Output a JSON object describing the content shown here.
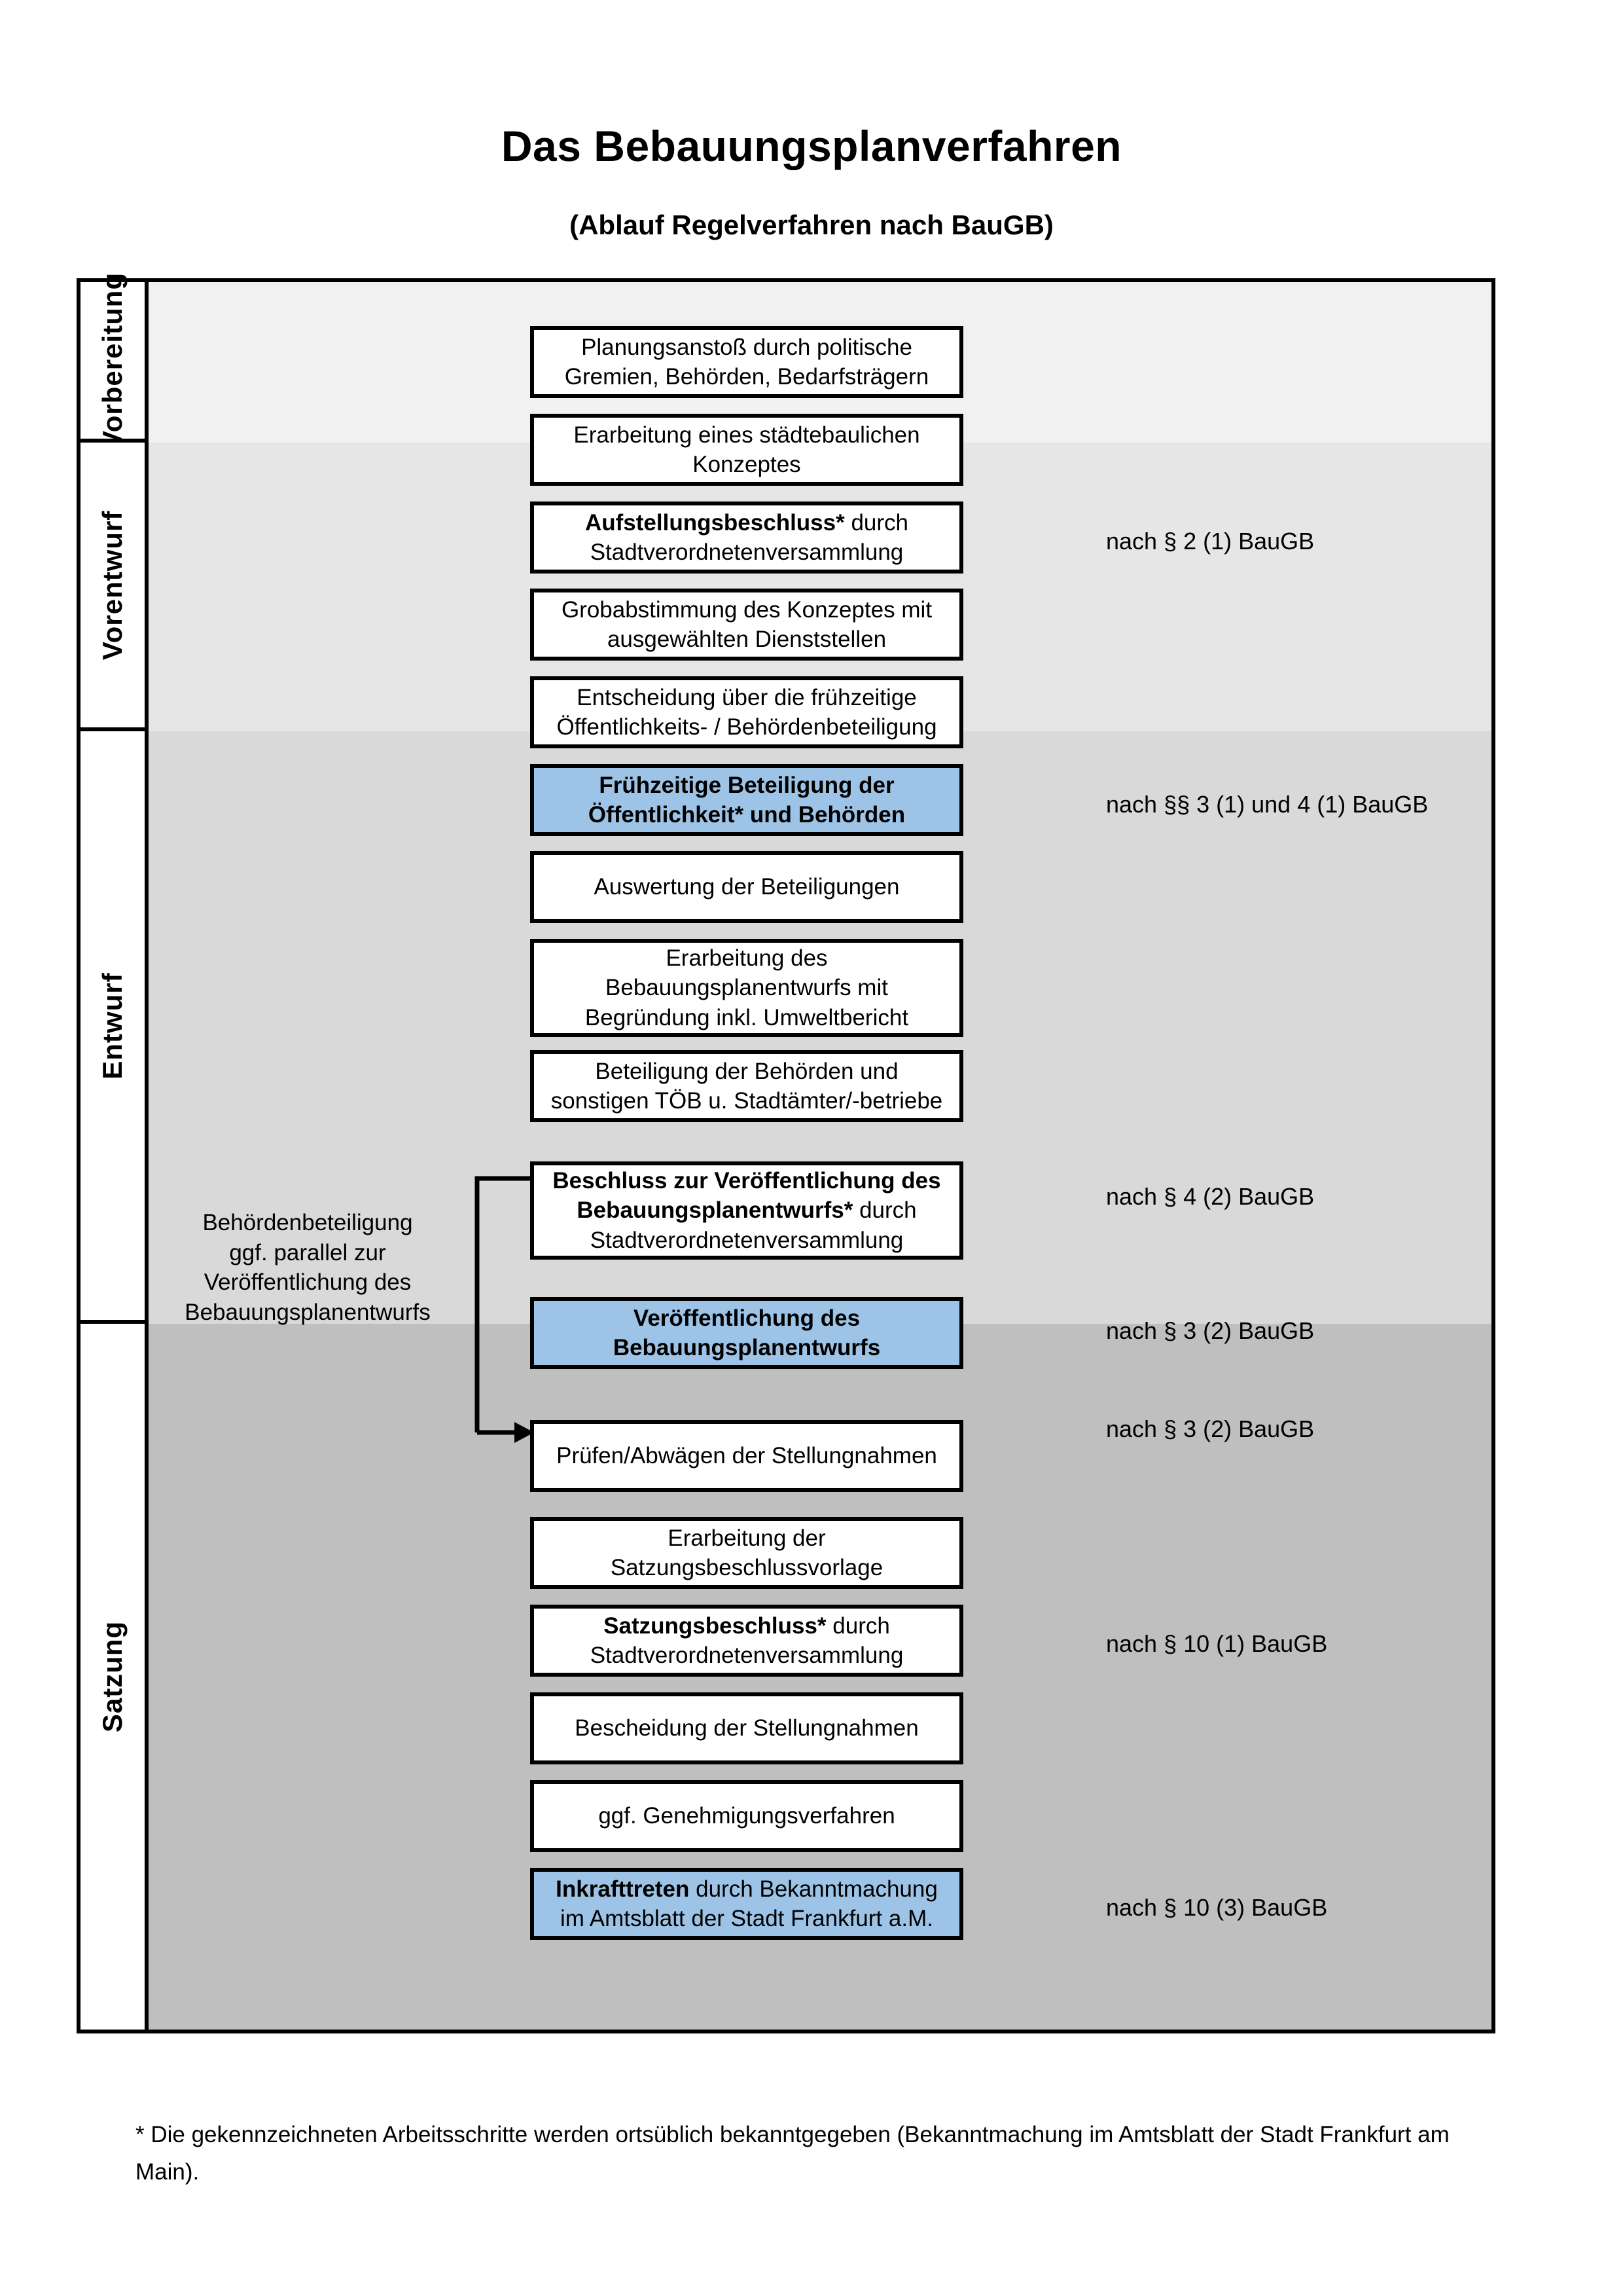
{
  "document": {
    "title": "Das Bebauungsplanverfahren",
    "subtitle": "(Ablauf Regelverfahren nach BauGB)",
    "footnote": "* Die gekennzeichneten Arbeitsschritte werden ortsüblich bekanntgegeben (Bekanntmachung im Amtsblatt  der Stadt Frankfurt am Main)."
  },
  "colors": {
    "highlight_box": "#9dc3e6",
    "band_vorbereitung": "#f1f1f1",
    "band_vorentwurf": "#e6e6e6",
    "band_entwurf": "#d9d9d9",
    "band_satzung": "#bfbfbf",
    "border": "#000000",
    "box_fill": "#ffffff"
  },
  "phases": [
    {
      "label": "Vorbereitung"
    },
    {
      "label": "Vorentwurf"
    },
    {
      "label": "Entwurf"
    },
    {
      "label": "Satzung"
    }
  ],
  "steps": [
    {
      "line1": "Planungsanstoß durch politische",
      "line2": "Gremien, Behörden, Bedarfsträgern",
      "bold1": "",
      "highlight": false
    },
    {
      "line1": "Erarbeitung eines städtebaulichen",
      "line2": "Konzeptes",
      "bold1": "",
      "highlight": false
    },
    {
      "bold1": "Aufstellungsbeschluss*",
      "line1": " durch",
      "line2": "Stadtverordnetenversammlung",
      "highlight": false
    },
    {
      "line1": "Grobabstimmung des Konzeptes mit",
      "line2": "ausgewählten Dienststellen",
      "bold1": "",
      "highlight": false
    },
    {
      "line1": "Entscheidung über die frühzeitige",
      "line2": "Öffentlichkeits- / Behördenbeteiligung",
      "bold1": "",
      "highlight": false
    },
    {
      "bold1": "Frühzeitige Beteiligung der",
      "bold2": "Öffentlichkeit* und Behörden",
      "highlight": true
    },
    {
      "line1": "Auswertung der Beteiligungen",
      "bold1": "",
      "highlight": false
    },
    {
      "line1": "Erarbeitung des",
      "line2": "Bebauungsplanentwurfs mit",
      "line3": "Begründung inkl. Umweltbericht",
      "bold1": "",
      "highlight": false
    },
    {
      "line1": "Beteiligung der Behörden und",
      "line2": "sonstigen TÖB u. Stadtämter/-betriebe",
      "bold1": "",
      "highlight": false
    },
    {
      "bold1": "Beschluss zur Veröffentlichung des",
      "bold2": "Bebauungsplanentwurfs*",
      "line2": " durch",
      "line3": "Stadtverordnetenversammlung",
      "highlight": false
    },
    {
      "bold1": "Veröffentlichung des",
      "bold2": "Bebauungsplanentwurfs",
      "highlight": true
    },
    {
      "line1": "Prüfen/Abwägen der Stellungnahmen",
      "bold1": "",
      "highlight": false
    },
    {
      "line1": "Erarbeitung der",
      "line2": "Satzungsbeschlussvorlage",
      "bold1": "",
      "highlight": false
    },
    {
      "bold1": "Satzungsbeschluss*",
      "line1": " durch",
      "line2": "Stadtverordnetenversammlung",
      "highlight": false
    },
    {
      "line1": "Bescheidung der Stellungnahmen",
      "bold1": "",
      "highlight": false
    },
    {
      "line1": "ggf. Genehmigungsverfahren",
      "bold1": "",
      "highlight": false
    },
    {
      "bold1": "Inkrafttreten",
      "line1": " durch Bekanntmachung",
      "line2": "im Amtsblatt der Stadt Frankfurt a.M.",
      "highlight": true
    }
  ],
  "law_refs": [
    {
      "text": "nach § 2 (1) BauGB"
    },
    {
      "text": "nach §§ 3 (1) und 4 (1) BauGB"
    },
    {
      "text": "nach § 4 (2) BauGB"
    },
    {
      "text": "nach § 3 (2) BauGB"
    },
    {
      "text": "nach § 3 (2) BauGB"
    },
    {
      "text": "nach § 10 (1) BauGB"
    },
    {
      "text": "nach § 10 (3) BauGB"
    }
  ],
  "side_note": {
    "line1": "Behördenbeteiligung",
    "line2": "ggf. parallel zur",
    "line3": "Veröffentlichung des",
    "line4": "Bebauungsplanentwurfs"
  }
}
